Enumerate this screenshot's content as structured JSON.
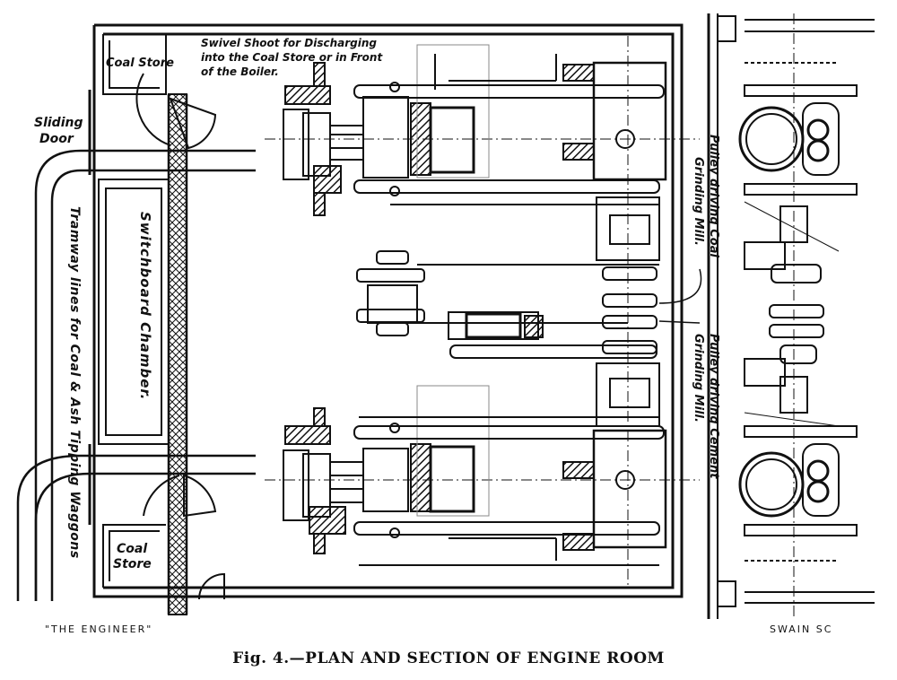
{
  "labels": {
    "coal_store_top": "Coal Store",
    "sliding_door_1": "Sliding",
    "sliding_door_2": "Door",
    "swivel_1": "Swivel Shoot for Discharging",
    "swivel_2": "into the Coal Store or in Front",
    "swivel_3": "of the Boiler.",
    "switchboard": "Switchboard Chamber.",
    "tramway": "Tramway lines for Coal & Ash Tipping Waggons",
    "pulley_coal_1": "Pulley driving Coal",
    "pulley_coal_2": "Grinding Mill.",
    "pulley_cement_1": "Pulley driving Cement",
    "pulley_cement_2": "Grinding Mill.",
    "coal_store_bottom_1": "Coal",
    "coal_store_bottom_2": "Store"
  },
  "credits": {
    "left": "\"THE ENGINEER\"",
    "right": "SWAIN SC"
  },
  "caption": "Fig. 4.—PLAN AND SECTION OF ENGINE ROOM",
  "colors": {
    "ink": "#111111",
    "paper": "#ffffff"
  }
}
